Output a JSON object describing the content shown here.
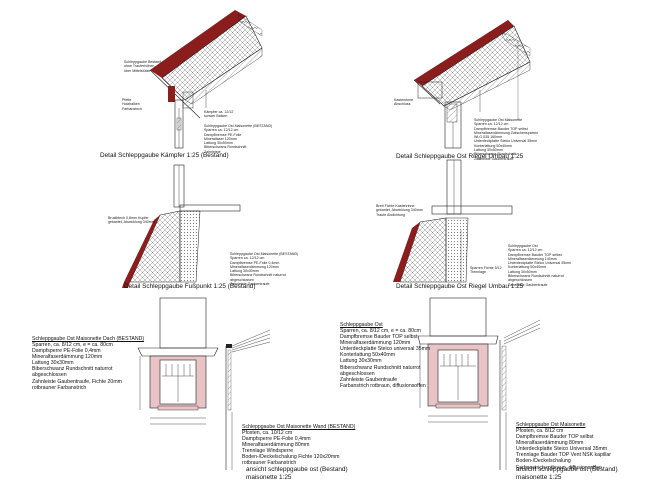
{
  "captions": {
    "kaempfer_bestand": "Detail Schleppgaube Kämpfer 1:25 (Bestand)",
    "riegel_umbau": "Detail Schleppgaube Ost Riegel Umbau 1:25",
    "fusspunkt_bestand": "Detail Schleppgaube Fußpunkt 1:25 (Bestand)",
    "riegel_umbau_2": "Detail Schleppgaube Ost Riegel Umbau 1:25",
    "ansicht_bestand_1": "ansicht schleppgaube ost (Bestand)",
    "ansicht_bestand_2": "maisonette 1:25",
    "ansicht_umbau_1": "ansicht schleppgaube ost (Bestand)",
    "ansicht_umbau_2": "maisonette 1:25"
  },
  "notes": {
    "tl_small_1": "Schleppgaube Bestand\nohne Trauferhöhen\nüber Mittelstütze",
    "tl_small_2": "Pfette\nHolzbalken\nFarbanstrich",
    "tl_small_3": "Kämpfer ca. 12/12\nschwer Balken",
    "tl_small_4": "Schleppgaube Ost Maisonette (BESTAND)\nSparren ca. 12/12 cm\nDampfbremse PE-Folie\nMineralfaser 120mm\nLattung 30x50mm\nBiberschwanz Rundschnitt\nZahnleiste",
    "tr_small_1": "Kastenrinne\nAbschluss",
    "tr_small_2": "Schleppgaube Ost Maisonette\nSparren ca. 12/12 cm\nDampfbremse Bauder TOP selbst\nMineralfaserdämmung Zwischensparren\nWLG 035 160mm\nUnterdeckplatte Steico Universal 35mm\nKonterlattung 50x40mm\nLattung 30x50mm\nBiberschwanz Rundschnitt\nZahnleiste Gaubentraufe",
    "ml_small_1": "Brustblech 0,8mm Kupfer\ngekantet, Abwicklung 340mm",
    "ml_small_2": "Schleppgaube Ost Maisonette (BESTAND)\nSparren ca. 12/12 cm\nDampfbremse PE-Folie 0,4mm\nMineralfaserdämmung 120mm\nLattung 30x30mm\nBiberschwanz Rundschnitt naturrot\nabgeschlossen\nZahnleiste Gaubentraufe",
    "mr_small_1": "Brett Fichte Kastenrinne\ngekantet, Abwicklung 340mm\nTraufe Abdichtung",
    "mr_small_2": "Schleppgaube Ost\nSparren ca. 12/12 cm\nDampfbremse Bauder TOP selbst\nMineralfaserdämmung 140mm\nUnterdeckplatte Steico Universal 35mm\nKonterlattung 50x40mm\nLattung 30x50mm\nBiberschwanz Rundschnitt naturrot\nabgeschlossen\nZahnleiste Gaubentraufe",
    "mr_small_3": "Sparren Fichte 5/12\nTrennlage",
    "bl_dach_title": "Schleppgaube Ost Maisonette Dach (BESTAND)",
    "bl_dach_body": "Sparren, ca. 8/12 cm, e = ca. 80cm\nDampfsperre PE-Folie 0,4mm\nMineralfaserdämmung 120mm\nLattung 30x30mm\nBiberschwanz Rundschnitt naturrot\nabgeschlossen\nZahnleiste Gaubentraufe, Fichte 20mm\nrotbrauner Farbanstrich",
    "bl_wand_title": "Schleppgaube Ost Maisonette Wand (BESTAND)",
    "bl_wand_body": "Pfosten, ca. 10/12 cm\nDampfsperre PE-Folie 0,4mm\nMineralfaserdämmung 80mm\nTrennlage Windsperre\nBoden-/Deckelschalung Fichte 120x20mm\nrotbrauner Farbanstrich",
    "br_dach_title": "Schleppgaube Ost",
    "br_dach_body": "Sparren, ca. 8/12 cm, e = ca. 80cm\nDampfbremse Bauder TOP selbst\nMineralfaserdämmung 120mm\nUnterdeckplatte Steico universal 35mm\nKonterlattung 50x40mm\nLattung 30x30mm\nBiberschwanz Rundschnitt naturrot\nabgeschlossen\nZahnleiste Gaubentraufe\nFarbanstrich rotbraun, diffusionsoffen",
    "br_wand_title": "Schleppgaube Ost Maisonette",
    "br_wand_body": "Pfosten, ca. 8/12 cm\nDampfbremse Bauder TOP selbst\nMineralfaserdämmung 80mm\nUnterdeckplatte Steico Universal 35mm\nTrennlage Bauder TOP Vent NSK kapillar\nBoden-/Deckelschalung\nFarbanstrich rotbraun, diffusionsoffen"
  },
  "colors": {
    "tile_red": "#8c1d1d",
    "window_pink": "#d9a3a8",
    "line": "#222222"
  }
}
